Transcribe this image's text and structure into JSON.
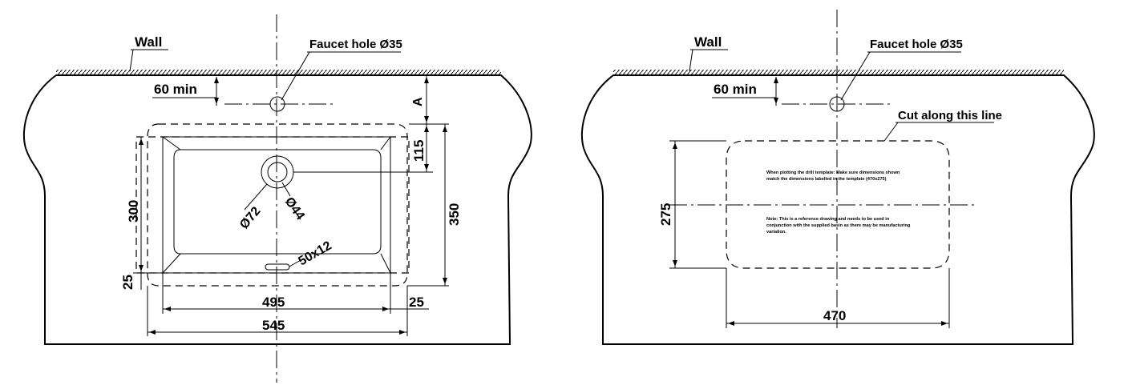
{
  "left_view": {
    "wall_label": "Wall",
    "faucet_label": "Faucet hole Ø35",
    "min_label": "60 min",
    "a_label": "A",
    "dim_115": "115",
    "dim_350": "350",
    "dim_300": "300",
    "dim_25_left": "25",
    "dim_25_right": "25",
    "dim_495": "495",
    "dim_545": "545",
    "dia_72": "Ø72",
    "dia_44": "Ø44",
    "slot_label": "50x12"
  },
  "right_view": {
    "wall_label": "Wall",
    "faucet_label": "Faucet hole Ø35",
    "min_label": "60 min",
    "cut_label": "Cut along this line",
    "dim_275": "275",
    "dim_470": "470",
    "note_1_line1": "When plotting the drill template: Make sure dimensions shown",
    "note_1_line2": "match the dimensions labelled in the template (470x275)",
    "note_2_line1": "Note: This is a reference drawing and needs to be used in",
    "note_2_line2": "conjunction with the supplied basin as there may be manufacturing",
    "note_2_line3": "variation."
  }
}
